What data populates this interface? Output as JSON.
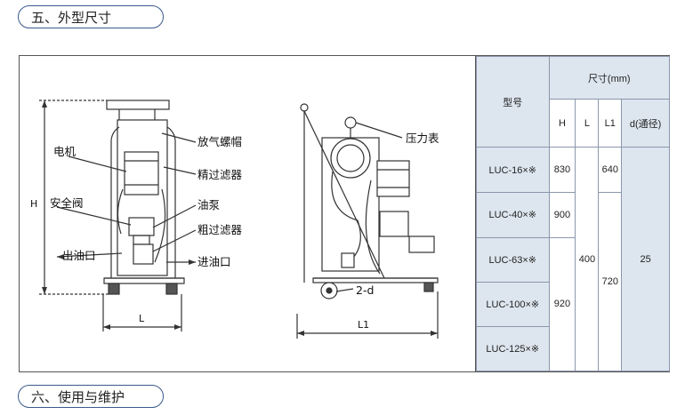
{
  "section5": {
    "title": "五、外型尺寸"
  },
  "section6": {
    "title": "六、使用与维护"
  },
  "drawing": {
    "labels": {
      "motor": "电机",
      "safety_valve": "安全阀",
      "outlet": "出油口",
      "vent_cap": "放气螺帽",
      "fine_filter": "精过滤器",
      "pump": "油泵",
      "coarse_filter": "粗过滤器",
      "inlet": "进油口",
      "pressure_gauge": "压力表",
      "holes": "2-d",
      "dim_h": "H",
      "dim_l": "L",
      "dim_l1": "L1"
    }
  },
  "spec_table": {
    "model_header": "型号",
    "size_header": "尺寸(mm)",
    "columns": [
      "H",
      "L",
      "L1",
      "d(通径)"
    ],
    "rows": [
      {
        "model": "LUC-16×※"
      },
      {
        "model": "LUC-40×※"
      },
      {
        "model": "LUC-63×※"
      },
      {
        "model": "LUC-100×※"
      },
      {
        "model": "LUC-125×※"
      }
    ],
    "values": {
      "h_16": "830",
      "h_40": "900",
      "h_100": "920",
      "l_all": "400",
      "l1_16": "640",
      "l1_rest": "720",
      "d_all": "25"
    }
  }
}
